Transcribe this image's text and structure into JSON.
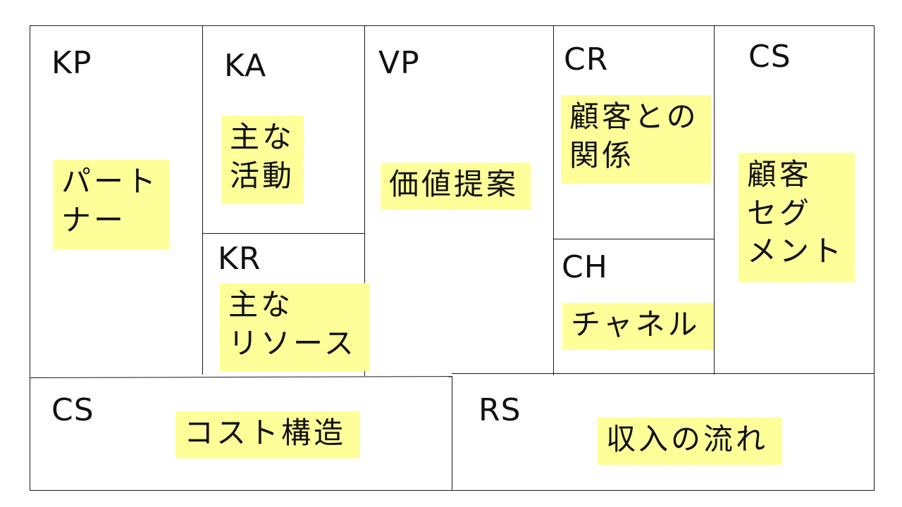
{
  "colors": {
    "note_background": "#ffff99",
    "grid_lines": "#1a1a1a",
    "background": "#ffffff"
  },
  "blocks": {
    "key_partners": {
      "code": "KP",
      "note": "パート\nナー"
    },
    "key_activities": {
      "code": "KA",
      "note": "主な\n活動"
    },
    "key_resources": {
      "code": "KR",
      "note": "主な\nリソース"
    },
    "value_propositions": {
      "code": "VP",
      "note": "価値提案"
    },
    "customer_relationships": {
      "code": "CR",
      "note": "顧客との\n関係"
    },
    "channels": {
      "code": "CH",
      "note": "チャネル"
    },
    "customer_segments": {
      "code": "CS",
      "note": "顧客\nセグ\nメント"
    },
    "cost_structure": {
      "code": "CS",
      "note": "コスト構造"
    },
    "revenue_streams": {
      "code": "RS",
      "note": "収入の流れ"
    }
  }
}
